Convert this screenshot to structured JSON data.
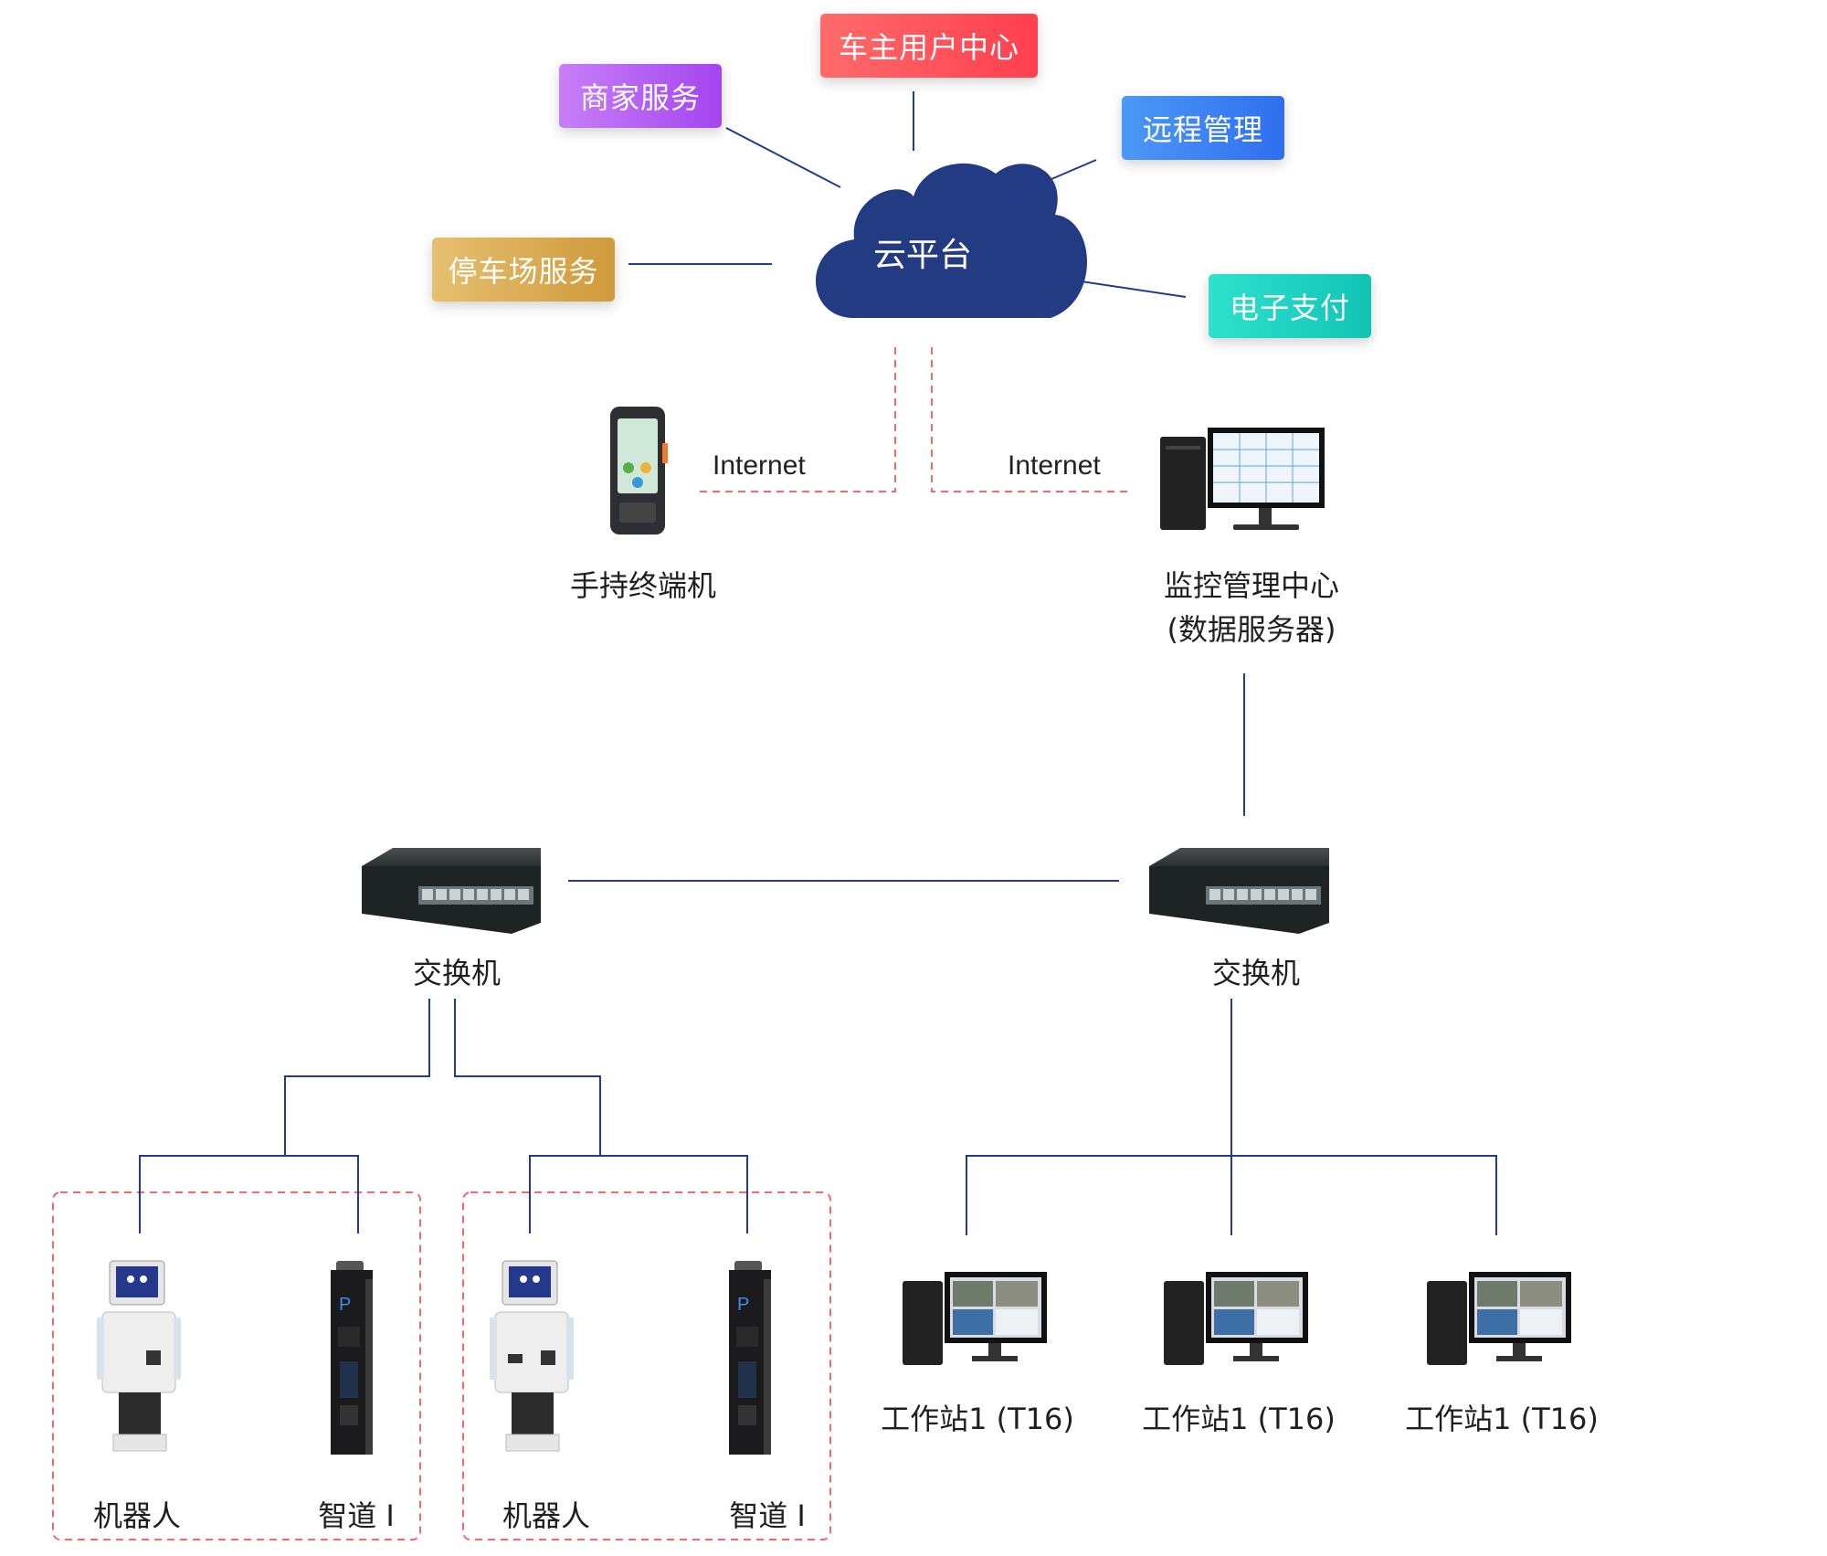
{
  "cloud": {
    "label": "云平台"
  },
  "services": {
    "owner_center": {
      "label": "车主用户中心",
      "color": "#fe4f57"
    },
    "merchant": {
      "label": "商家服务",
      "color": "#b45cf2"
    },
    "remote_mgmt": {
      "label": "远程管理",
      "color": "#3a82f3"
    },
    "parking": {
      "label": "停车场服务",
      "color": "#d9aa4e"
    },
    "payment": {
      "label": "电子支付",
      "color": "#1bd4c2"
    }
  },
  "links": {
    "internet_left": "Internet",
    "internet_right": "Internet"
  },
  "devices": {
    "handheld": {
      "label": "手持终端机"
    },
    "monitor_center": {
      "line1": "监控管理中心",
      "line2": "(数据服务器)"
    },
    "switch_left": {
      "label": "交换机"
    },
    "switch_right": {
      "label": "交换机"
    }
  },
  "groups": [
    {
      "robot": "机器人",
      "gate": "智道 I"
    },
    {
      "robot": "机器人",
      "gate": "智道 I"
    }
  ],
  "workstations": [
    {
      "label": "工作站1 (T16)"
    },
    {
      "label": "工作站1 (T16)"
    },
    {
      "label": "工作站1 (T16)"
    }
  ],
  "colors": {
    "line": "#223a8b",
    "dash": "#f06a6a",
    "cloud": "#233b82"
  }
}
